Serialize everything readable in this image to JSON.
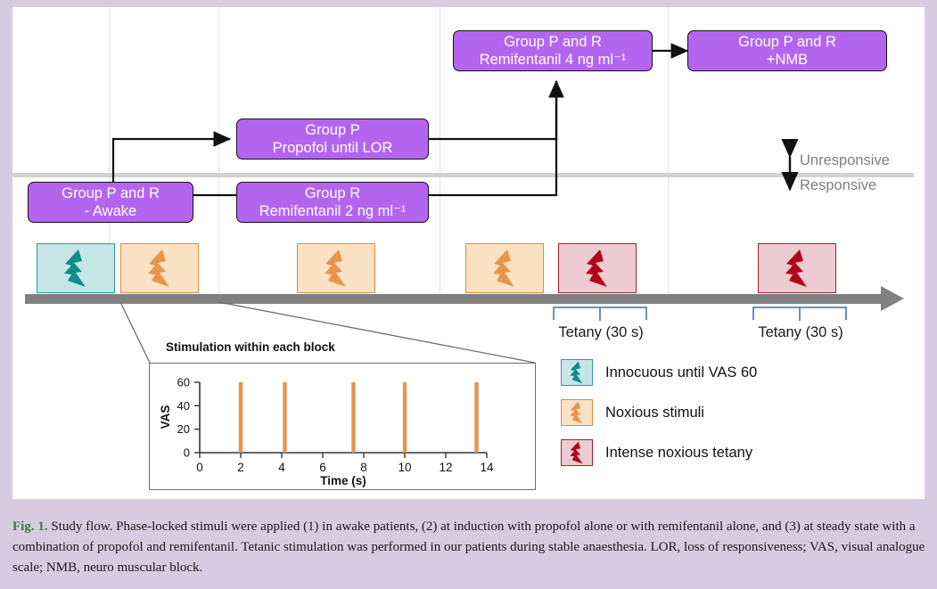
{
  "figure": {
    "caption_label": "Fig. 1.",
    "caption_text": " Study flow. Phase-locked stimuli were applied (1) in awake patients, (2) at induction with propofol alone or with remifentanil alone, and (3) at steady state with a combination of propofol and remifentanil. Tetanic stimulation was performed in our patients during stable anaesthesia. LOR, loss of responsiveness; VAS, visual analogue scale; NMB, neuro muscular block."
  },
  "flow": {
    "boxes": [
      {
        "id": "awake",
        "lines": [
          "Group P and R",
          "- Awake"
        ]
      },
      {
        "id": "propofol",
        "lines": [
          "Group P",
          "Propofol until LOR"
        ]
      },
      {
        "id": "remi2",
        "lines": [
          "Group R",
          "Remifentanil 2 ng ml⁻¹"
        ]
      },
      {
        "id": "remi4",
        "lines": [
          "Group P and R",
          "Remifentanil 4 ng ml⁻¹"
        ]
      },
      {
        "id": "nmb",
        "lines": [
          "Group P and R",
          "+NMB"
        ]
      }
    ]
  },
  "responsiveness": {
    "upper_label": "Unresponsive",
    "lower_label": "Responsive"
  },
  "timeline": {
    "blocks": [
      {
        "kind": "innocuous"
      },
      {
        "kind": "noxious"
      },
      {
        "kind": "noxious"
      },
      {
        "kind": "noxious"
      },
      {
        "kind": "tetany"
      },
      {
        "kind": "tetany"
      }
    ],
    "tetany_labels": [
      "Tetany (30 s)",
      "Tetany (30 s)"
    ]
  },
  "legend": {
    "items": [
      {
        "kind": "innocuous",
        "label": "Innocuous until VAS 60"
      },
      {
        "kind": "noxious",
        "label": "Noxious stimuli"
      },
      {
        "kind": "tetany",
        "label": "Intense noxious tetany"
      }
    ]
  },
  "inset": {
    "title": "Stimulation within each block"
  },
  "chart_data": {
    "type": "bar",
    "title": "Stimulation within each block",
    "xlabel": "Time (s)",
    "ylabel": "VAS",
    "x": [
      2.0,
      4.15,
      7.5,
      10.0,
      13.5
    ],
    "values": [
      60,
      60,
      60,
      60,
      60
    ],
    "xlim": [
      0,
      14
    ],
    "ylim": [
      0,
      60
    ],
    "xticks": [
      0,
      2,
      4,
      6,
      8,
      10,
      12,
      14
    ],
    "yticks": [
      0,
      20,
      40,
      60
    ],
    "grid": false,
    "legend": "none",
    "series_color": "#e8944a"
  },
  "colors": {
    "flow_box": "#b365ef",
    "innocuous_fill": "#c5e5e7",
    "innocuous_stroke": "#2e9aa0",
    "innocuous_bolt": "#0f8d8d",
    "noxious_fill": "#fbe2c5",
    "noxious_stroke": "#e08b3c",
    "noxious_bolt": "#e8944a",
    "tetany_fill": "#eccbd2",
    "tetany_stroke": "#a3202f",
    "tetany_bolt": "#b00718",
    "timeline": "#808080",
    "responsive_line": "#d2d2d2",
    "bracket": "#5b7fc4",
    "page_background": "#d7cbe1"
  }
}
